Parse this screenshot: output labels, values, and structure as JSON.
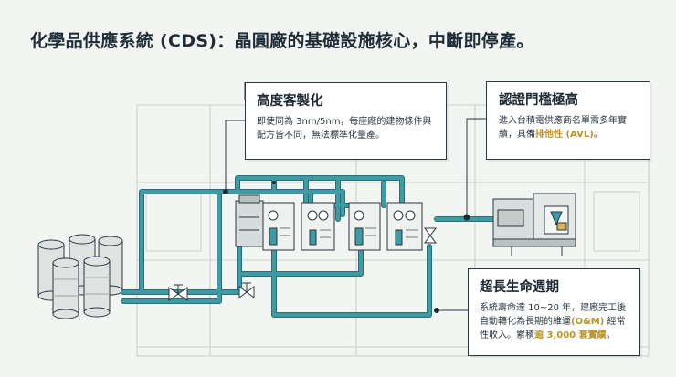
{
  "title": "化學品供應系統 (CDS)：晶圓廠的基礎設施核心，中斷即停產。",
  "callouts": {
    "custom": {
      "heading": "高度客製化",
      "body": "即使同為 3nm/5nm，每座廠的建物條件與配方皆不同，無法標準化量產。"
    },
    "certification": {
      "heading": "認證門檻極高",
      "body_before": "進入台積電供應商名單需多年實績，具備",
      "highlight": "排他性 (AVL)",
      "body_after": "。"
    },
    "lifecycle": {
      "heading": "超長生命週期",
      "body_before": "系統壽命達 10~20 年，建廠完工後自動轉化為長期的維運",
      "highlight1": "(O&M)",
      "body_middle": " 經常性收入。累積",
      "highlight2": "逾 3,000 套實績",
      "body_after": "。"
    }
  },
  "colors": {
    "pipe": "#3e9aa3",
    "pipe_dark": "#2b6f76",
    "line": "#2a3640",
    "highlight": "#b8932c",
    "background": "#f3f5f2"
  },
  "icons": [
    "drum-icon",
    "valve-icon",
    "cabinet-icon",
    "machine-icon",
    "node-icon"
  ]
}
